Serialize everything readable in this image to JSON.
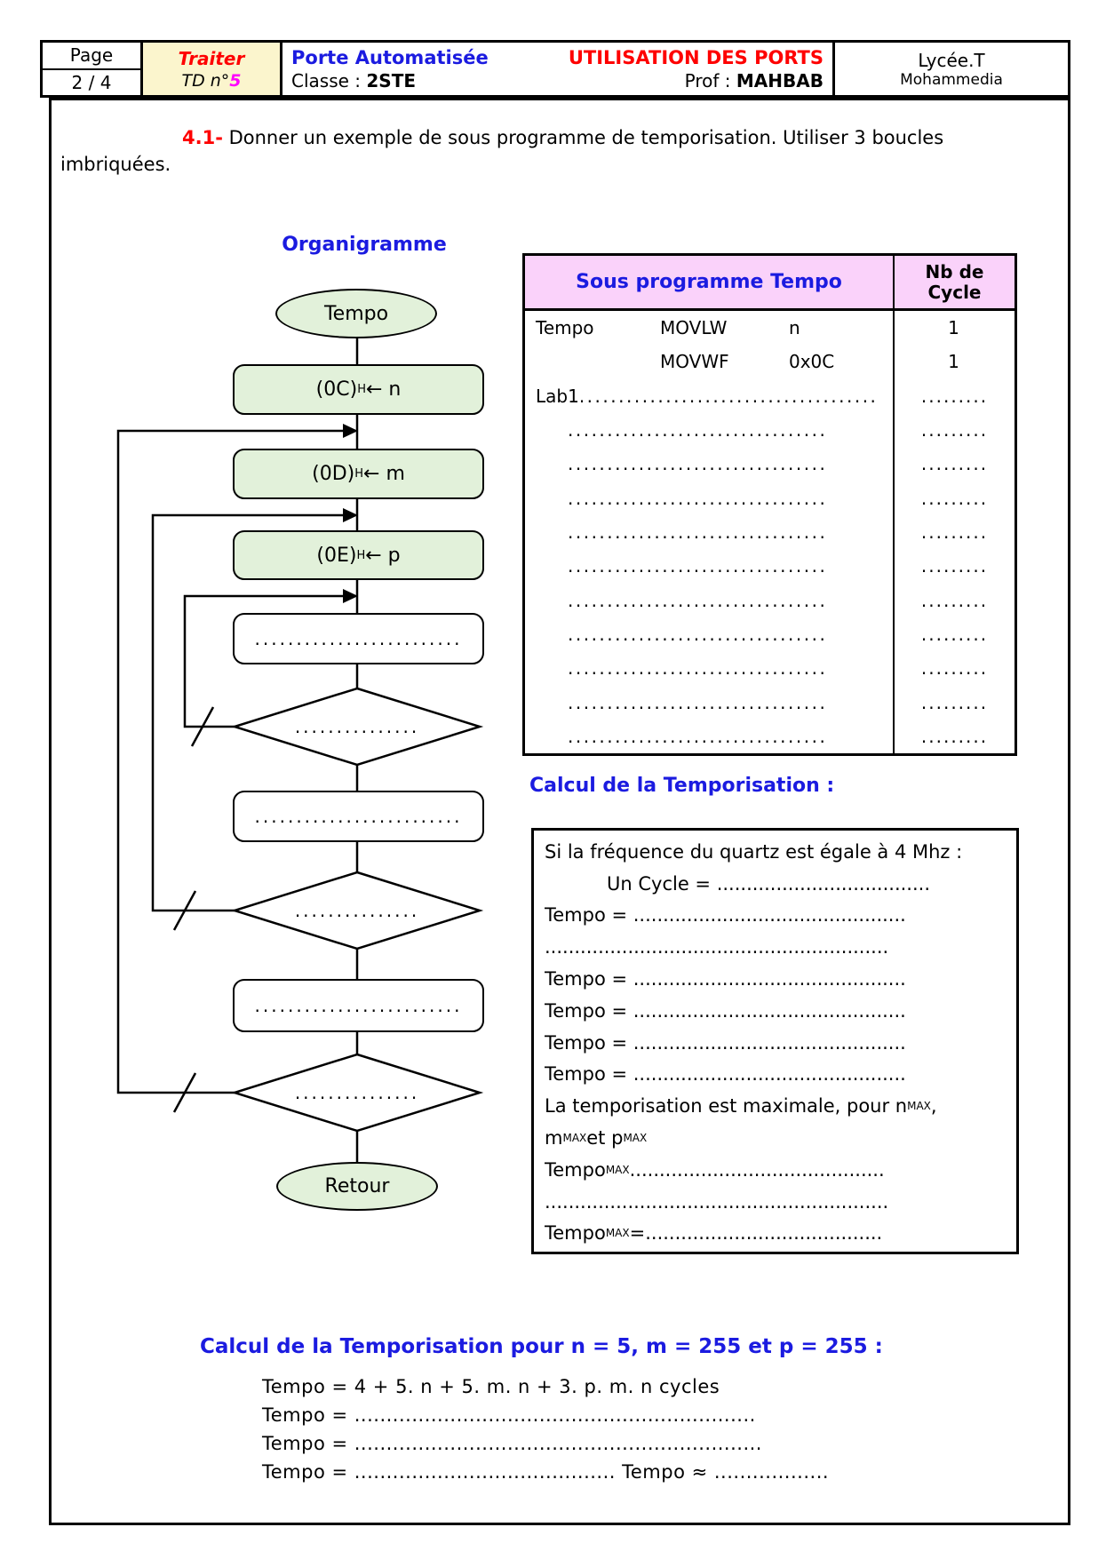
{
  "colors": {
    "blue": "#1b1be0",
    "red": "#fe0000",
    "magenta": "#ff00ff",
    "green_fill": "#e2f1da",
    "pink_header": "#fad2fa",
    "yellow_cell": "#fbf5cd"
  },
  "header": {
    "page_label": "Page",
    "page_num": "2 / 4",
    "traiter": "Traiter",
    "td_pre": "TD n°",
    "td_num": "5",
    "title_left": "Porte Automatisée",
    "title_right": "UTILISATION DES PORTS",
    "classe_label": "Classe : ",
    "classe_value": "2STE",
    "prof_label": "Prof : ",
    "prof_value": "MAHBAB",
    "school": "Lycée.T",
    "city": "Mohammedia"
  },
  "question": {
    "number": "4.1-",
    "line1": " Donner un exemple de sous programme de temporisation. Utiliser 3 boucles",
    "line2": "imbriquées."
  },
  "flowchart": {
    "title": "Organigramme",
    "start": "Tempo",
    "box1": {
      "pre": "(0C)",
      "sub": "H",
      "post": " ← n"
    },
    "box2": {
      "pre": "(0D)",
      "sub": "H",
      "post": " ← m"
    },
    "box3": {
      "pre": "(0E)",
      "sub": "H",
      "post": " ← p"
    },
    "dotted_box1": ".........................",
    "dotted_box2": ".........................",
    "dotted_box3": ".........................",
    "diamond1": "...............",
    "diamond2": "...............",
    "diamond3": "...............",
    "end": "Retour"
  },
  "table": {
    "header_main": "Sous programme Tempo",
    "header_cycles_line1": "Nb de",
    "header_cycles_line2": "Cycle",
    "rows": [
      {
        "label": "Tempo",
        "op": "MOVLW",
        "arg": "n",
        "dots": "",
        "cycles": "1"
      },
      {
        "label": "",
        "op": "MOVWF",
        "arg": "0x0C",
        "dots": "",
        "cycles": "1"
      },
      {
        "label": "Lab1",
        "op": "",
        "arg": "",
        "dots": "......................................",
        "cycles": "........."
      },
      {
        "label": "",
        "op": "",
        "arg": "",
        "dots": ".................................",
        "cycles": "........."
      },
      {
        "label": "",
        "op": "",
        "arg": "",
        "dots": ".................................",
        "cycles": "........."
      },
      {
        "label": "",
        "op": "",
        "arg": "",
        "dots": ".................................",
        "cycles": "........."
      },
      {
        "label": "",
        "op": "",
        "arg": "",
        "dots": ".................................",
        "cycles": "........."
      },
      {
        "label": "",
        "op": "",
        "arg": "",
        "dots": ".................................",
        "cycles": "........."
      },
      {
        "label": "",
        "op": "",
        "arg": "",
        "dots": ".................................",
        "cycles": "........."
      },
      {
        "label": "",
        "op": "",
        "arg": "",
        "dots": ".................................",
        "cycles": "........."
      },
      {
        "label": "",
        "op": "",
        "arg": "",
        "dots": ".................................",
        "cycles": "........."
      },
      {
        "label": "",
        "op": "",
        "arg": "",
        "dots": ".................................",
        "cycles": "........."
      },
      {
        "label": "",
        "op": "",
        "arg": "",
        "dots": ".................................",
        "cycles": "........."
      }
    ]
  },
  "calc": {
    "heading": "Calcul de la Temporisation :",
    "lines": [
      {
        "pre": "Si la fréquence du quartz est égale à 4 Mhz :",
        "sub": "",
        "mid": "",
        "sub2": ""
      },
      {
        "pre": "Un Cycle = ....................................",
        "sub": "",
        "mid": "",
        "sub2": ""
      },
      {
        "pre": "Tempo  = ..............................................",
        "sub": "",
        "mid": "",
        "sub2": ""
      },
      {
        "pre": "..........................................................",
        "sub": "",
        "mid": "",
        "sub2": ""
      },
      {
        "pre": "Tempo  = ..............................................",
        "sub": "",
        "mid": "",
        "sub2": ""
      },
      {
        "pre": "Tempo  = ..............................................",
        "sub": "",
        "mid": "",
        "sub2": ""
      },
      {
        "pre": "Tempo  = ..............................................",
        "sub": "",
        "mid": "",
        "sub2": ""
      },
      {
        "pre": "Tempo  = ..............................................",
        "sub": "",
        "mid": "",
        "sub2": ""
      },
      {
        "pre": "La temporisation est maximale, pour n",
        "sub": "MAX",
        "mid": " ,",
        "sub2": ""
      },
      {
        "pre": "m",
        "sub": "MAX",
        "mid": " et p",
        "sub2": "MAX"
      },
      {
        "pre": "Tempo ",
        "sub": "MAX",
        "mid": " ...........................................",
        "sub2": ""
      },
      {
        "pre": "..........................................................",
        "sub": "",
        "mid": "",
        "sub2": ""
      },
      {
        "pre": "Tempo ",
        "sub": "MAX",
        "mid": " =........................................",
        "sub2": ""
      }
    ]
  },
  "calc2": {
    "heading": "Calcul de la Temporisation pour n = 5, m = 255 et p = 255 :",
    "lines": [
      "Tempo  = 4 + 5. n + 5. m. n + 3. p. m. n  cycles",
      "Tempo  = ...............................................................",
      "Tempo  = ................................................................",
      "Tempo = .........................................      Tempo ≈ .................."
    ]
  }
}
